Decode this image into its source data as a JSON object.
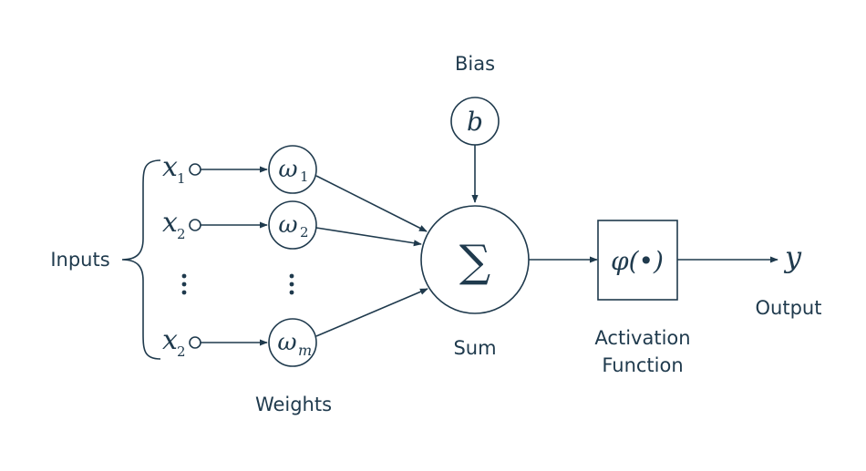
{
  "labels": {
    "bias": "Bias",
    "inputs": "Inputs",
    "weights": "Weights",
    "sum": "Sum",
    "activation_line1": "Activation",
    "activation_line2": "Function",
    "output": "Output"
  },
  "symbols": {
    "bias": "b",
    "sum": "∑",
    "activation": "φ(•)",
    "output": "y"
  },
  "inputs": [
    {
      "var": "x",
      "sub": "1"
    },
    {
      "var": "x",
      "sub": "2"
    },
    {
      "var": "x",
      "sub": "2"
    }
  ],
  "weights": [
    {
      "var": "ω",
      "sub": "1"
    },
    {
      "var": "ω",
      "sub": "2"
    },
    {
      "var": "ω",
      "sub": "m"
    }
  ],
  "colors": {
    "ink": "#1f3a4d",
    "background": "#ffffff"
  }
}
